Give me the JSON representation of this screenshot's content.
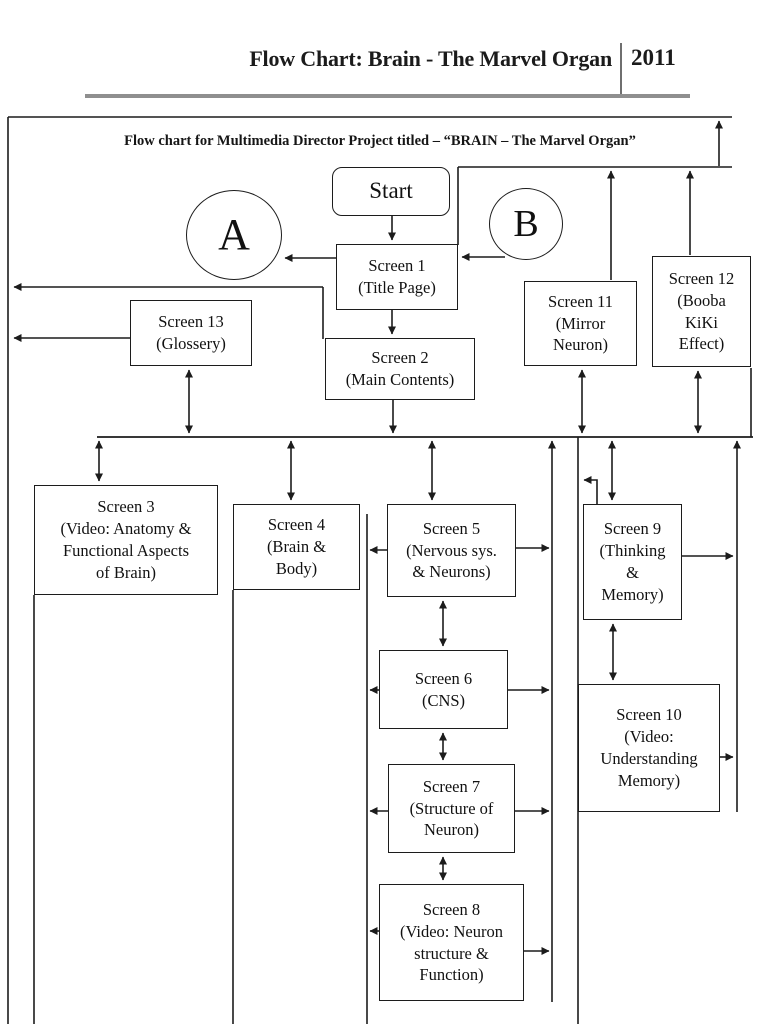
{
  "header": {
    "title": "Flow Chart: Brain  - The Marvel Organ",
    "year": "2011"
  },
  "diagram": {
    "title": "Flow chart for Multimedia Director Project titled – “BRAIN – The Marvel Organ”",
    "nodes": {
      "start": "Start",
      "connector_a": "A",
      "connector_b": "B",
      "screen1": "Screen 1\n(Title Page)",
      "screen2": "Screen 2\n(Main Contents)",
      "screen3": "Screen 3\n(Video: Anatomy &\nFunctional Aspects\nof Brain)",
      "screen4": "Screen 4\n(Brain &\nBody)",
      "screen5": "Screen 5\n(Nervous sys.\n& Neurons)",
      "screen6": "Screen 6\n(CNS)",
      "screen7": "Screen 7\n(Structure of\nNeuron)",
      "screen8": "Screen 8\n(Video: Neuron\nstructure &\nFunction)",
      "screen9": "Screen 9\n(Thinking\n&\nMemory)",
      "screen10": "Screen 10\n(Video:\nUnderstanding\nMemory)",
      "screen11": "Screen 11\n(Mirror\nNeuron)",
      "screen12": "Screen 12\n(Booba\nKiKi\nEffect)",
      "screen13": "Screen 13\n(Glossery)"
    },
    "colors": {
      "line": "#1c1c1c",
      "rule_gray": "#8f8f8f"
    }
  }
}
